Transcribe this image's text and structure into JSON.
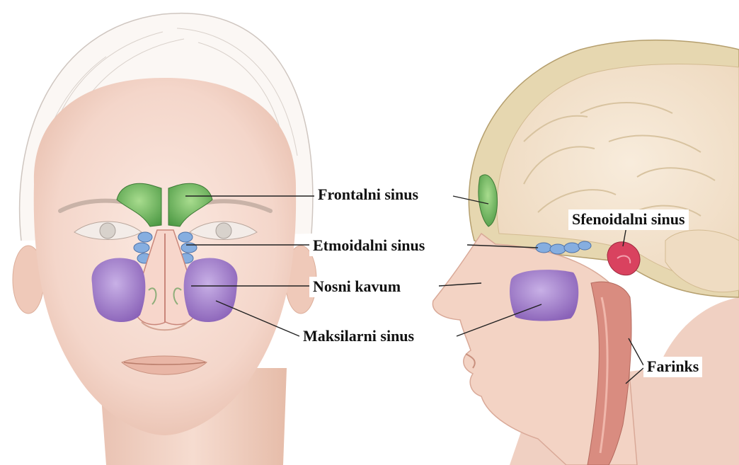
{
  "labels": {
    "frontal_sinus": "Frontalni sinus",
    "ethmoid_sinus": "Etmoidalni sinus",
    "nasal_cavity": "Nosni kavum",
    "maxillary_sinus": "Maksilarni sinus",
    "sphenoid_sinus": "Sfenoidalni sinus",
    "pharynx": "Farinks"
  },
  "colors": {
    "skin": "#f4d9ce",
    "skin_shadow": "#e6bba9",
    "frontal_sinus": "#7cc36a",
    "ethmoid_sinus": "#7fa7d8",
    "maxillary_sinus": "#9f79c6",
    "sphenoid_sinus": "#d9425f",
    "brain": "#f3e3cf",
    "skull": "#e6d7b0",
    "pharynx": "#d98c80",
    "leader_line": "#222222"
  }
}
